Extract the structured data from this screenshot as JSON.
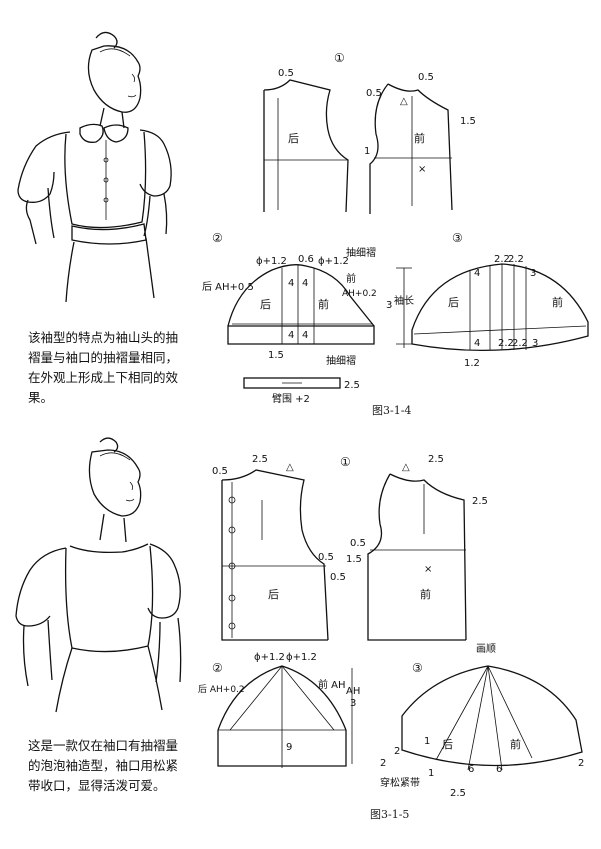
{
  "section1": {
    "description": "该袖型的特点为袖山头的抽褶量与袖口的抽褶量相同，在外观上形成上下相同的效果。",
    "caption": "图3-1-4",
    "step1": "①",
    "step2": "②",
    "step3": "③",
    "bodice_back": {
      "label": "后",
      "neck": "0.5"
    },
    "bodice_front": {
      "label": "前",
      "neck_left": "0.5",
      "shoulder": "0.5",
      "side": "1.5",
      "mark_1": "1",
      "triangle": "△"
    },
    "sleeve": {
      "top_phi": "ϕ+1.2",
      "top_mid": "0.6",
      "top_phi_right": "ϕ+1.2",
      "gather_top": "抽细褶",
      "back_ah": "后 AH+0.5",
      "front_label": "前",
      "front_ah": "AH+0.2",
      "sleeve_length": "袖长",
      "sleeve_length_3": "3",
      "back_label": "后",
      "four_a": "4",
      "four_b": "4",
      "four_c": "4",
      "four_d": "4",
      "hem": "1.5",
      "gather_bottom": "抽细褶"
    },
    "cuff": {
      "width": "2.5",
      "label": "臂围 +2"
    },
    "slash": {
      "top_a": "2.2",
      "top_b": "2.2",
      "left_top": "4",
      "right_top": "3",
      "back": "后",
      "front": "前",
      "bot_a": "4",
      "bot_b": "2.2",
      "bot_c": "2.2",
      "bot_d": "3",
      "hem": "1.2"
    }
  },
  "section2": {
    "description": "这是一款仅在袖口有抽褶量的泡泡袖造型，袖口用松紧带收口，显得活泼可爱。",
    "caption": "图3-1-5",
    "step1": "①",
    "step2": "②",
    "step3": "③",
    "bodice_back": {
      "label": "后",
      "neck": "0.5",
      "shoulder": "2.5",
      "triangle": "△",
      "arm_a": "0.5",
      "arm_b": "0.5"
    },
    "bodice_front": {
      "label": "前",
      "shoulder": "2.5",
      "triangle": "△",
      "side": "2.5",
      "arm_a": "0.5",
      "arm_b": "1.5"
    },
    "sleeve": {
      "top_phi": "ϕ+1.2",
      "top_phi_right": "ϕ+1.2",
      "back_ah": "后 AH+0.2",
      "front_ah": "前 AH",
      "ah_label": "AH",
      "ah_3": "3",
      "nine": "9"
    },
    "slash": {
      "curve": "画顺",
      "back": "后",
      "front": "前",
      "left_2": "2",
      "one": "1",
      "one_b": "1",
      "six_a": "6",
      "six_b": "6",
      "right_2": "2",
      "two_b": "2",
      "elastic": "穿松紧带",
      "hem": "2.5"
    }
  }
}
